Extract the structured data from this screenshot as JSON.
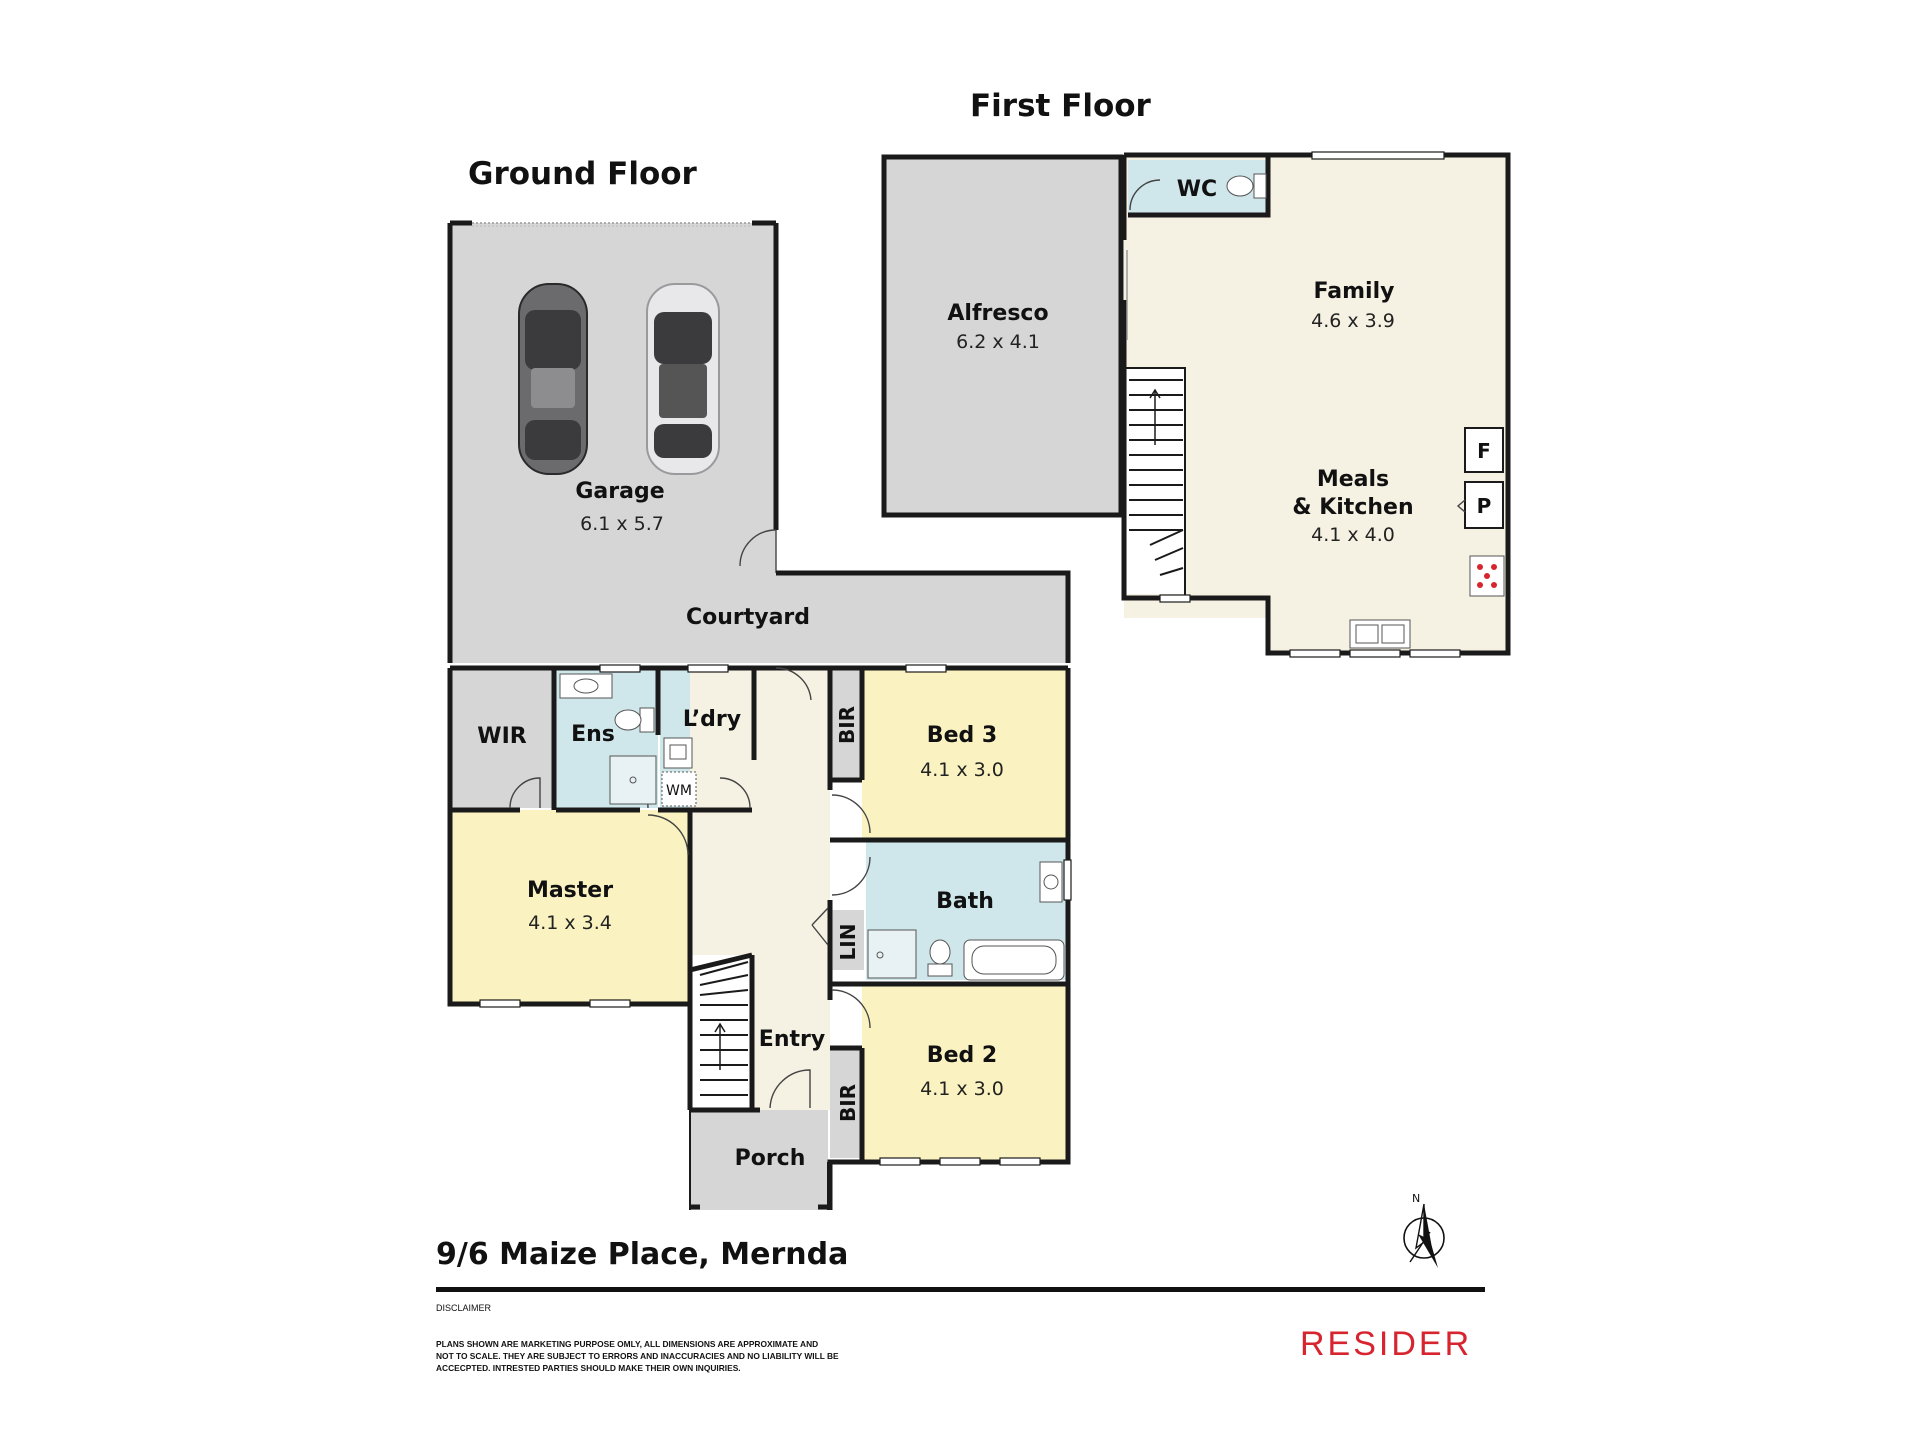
{
  "titles": {
    "ground_floor": "Ground Floor",
    "first_floor": "First Floor"
  },
  "rooms": {
    "garage": {
      "name": "Garage",
      "dims": "6.1 x 5.7"
    },
    "courtyard": {
      "name": "Courtyard"
    },
    "wir": {
      "name": "WIR"
    },
    "ens": {
      "name": "Ens"
    },
    "laundry": {
      "name": "L’dry"
    },
    "wm": {
      "name": "WM"
    },
    "bed3": {
      "name": "Bed 3",
      "dims": "4.1 x 3.0"
    },
    "bir_top": {
      "name": "BIR"
    },
    "master": {
      "name": "Master",
      "dims": "4.1 x 3.4"
    },
    "bath": {
      "name": "Bath"
    },
    "lin": {
      "name": "LIN"
    },
    "entry": {
      "name": "Entry"
    },
    "bed2": {
      "name": "Bed 2",
      "dims": "4.1 x 3.0"
    },
    "bir_bottom": {
      "name": "BIR"
    },
    "porch": {
      "name": "Porch"
    },
    "alfresco": {
      "name": "Alfresco",
      "dims": "6.2 x 4.1"
    },
    "wc": {
      "name": "WC"
    },
    "family": {
      "name": "Family",
      "dims": "4.6 x 3.9"
    },
    "meals": {
      "name_line1": "Meals",
      "name_line2": "& Kitchen",
      "dims": "4.1 x 4.0"
    },
    "fridge": {
      "name": "F"
    },
    "pantry": {
      "name": "P"
    }
  },
  "footer": {
    "address": "9/6 Maize Place, Mernda",
    "disclaimer_title": "DISCLAIMER",
    "disclaimer_lines": [
      "PLANS SHOWN ARE MARKETING PURPOSE OMLY, ALL DIMENSIONS ARE APPROXIMATE AND",
      "NOT TO SCALE. THEY ARE SUBJECT TO ERRORS AND INACCURACIES AND NO LIABILITY WILL BE",
      "ACCECPTED. INTRESTED PARTIES SHOULD MAKE THEIR OWN INQUIRIES."
    ],
    "brand": "RESIDER",
    "compass_label": "N"
  },
  "colors": {
    "grey_room": "#d6d6d7",
    "cream_room": "#f5f2e3",
    "yellow_room": "#faf3c1",
    "wet_room": "#cfe6ea",
    "brand_red": "#d7252f"
  },
  "icons": [
    "car-icon",
    "north-arrow-icon",
    "toilet-icon",
    "sink-icon",
    "shower-icon",
    "bathtub-icon",
    "cooktop-icon",
    "stairs-icon"
  ]
}
